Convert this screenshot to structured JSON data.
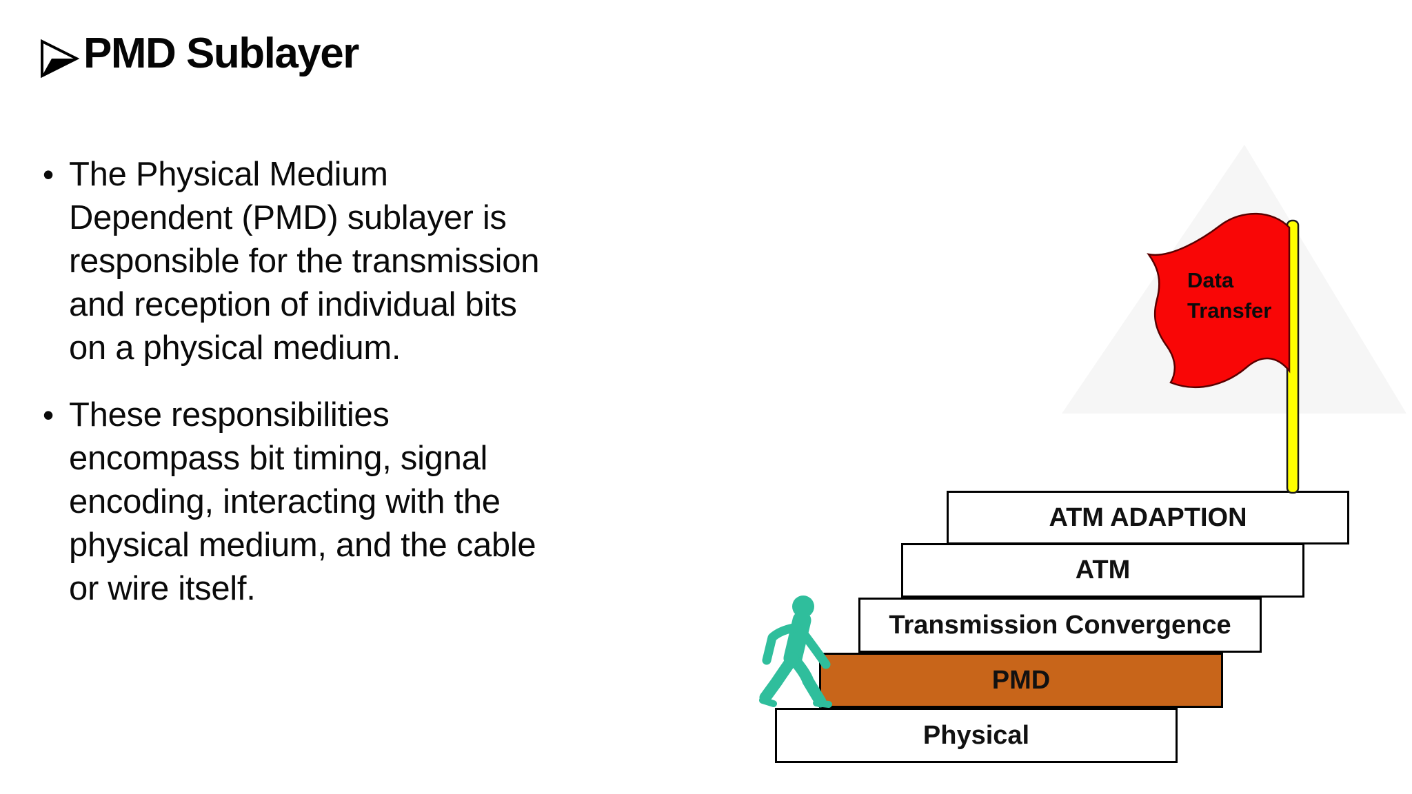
{
  "title": {
    "bullet_glyph": "arrowhead",
    "text": "PMD Sublayer"
  },
  "bullets": [
    {
      "marker": "•",
      "lines": [
        "The Physical Medium",
        "Dependent (PMD) sublayer is",
        "responsible for the transmission",
        "and reception of individual bits",
        "on a physical medium."
      ]
    },
    {
      "marker": "•",
      "lines": [
        " These responsibilities",
        "encompass bit timing, signal",
        "encoding, interacting with the",
        "physical medium, and the cable",
        "or wire itself."
      ]
    }
  ],
  "diagram": {
    "flag": {
      "lines": [
        "Data",
        "Transfer"
      ],
      "flag_color": "#F90606",
      "flag_outline": "#5a0000",
      "pole_color": "#FFFF00"
    },
    "person_color": "#2FBE9C",
    "layers": [
      {
        "label": "ATM ADAPTION",
        "fill": "#FFFFFF"
      },
      {
        "label": "ATM",
        "fill": "#FFFFFF"
      },
      {
        "label": "Transmission Convergence",
        "fill": "#FFFFFF"
      },
      {
        "label": "PMD",
        "fill": "#C8651A"
      },
      {
        "label": "Physical",
        "fill": "#FFFFFF"
      }
    ]
  }
}
